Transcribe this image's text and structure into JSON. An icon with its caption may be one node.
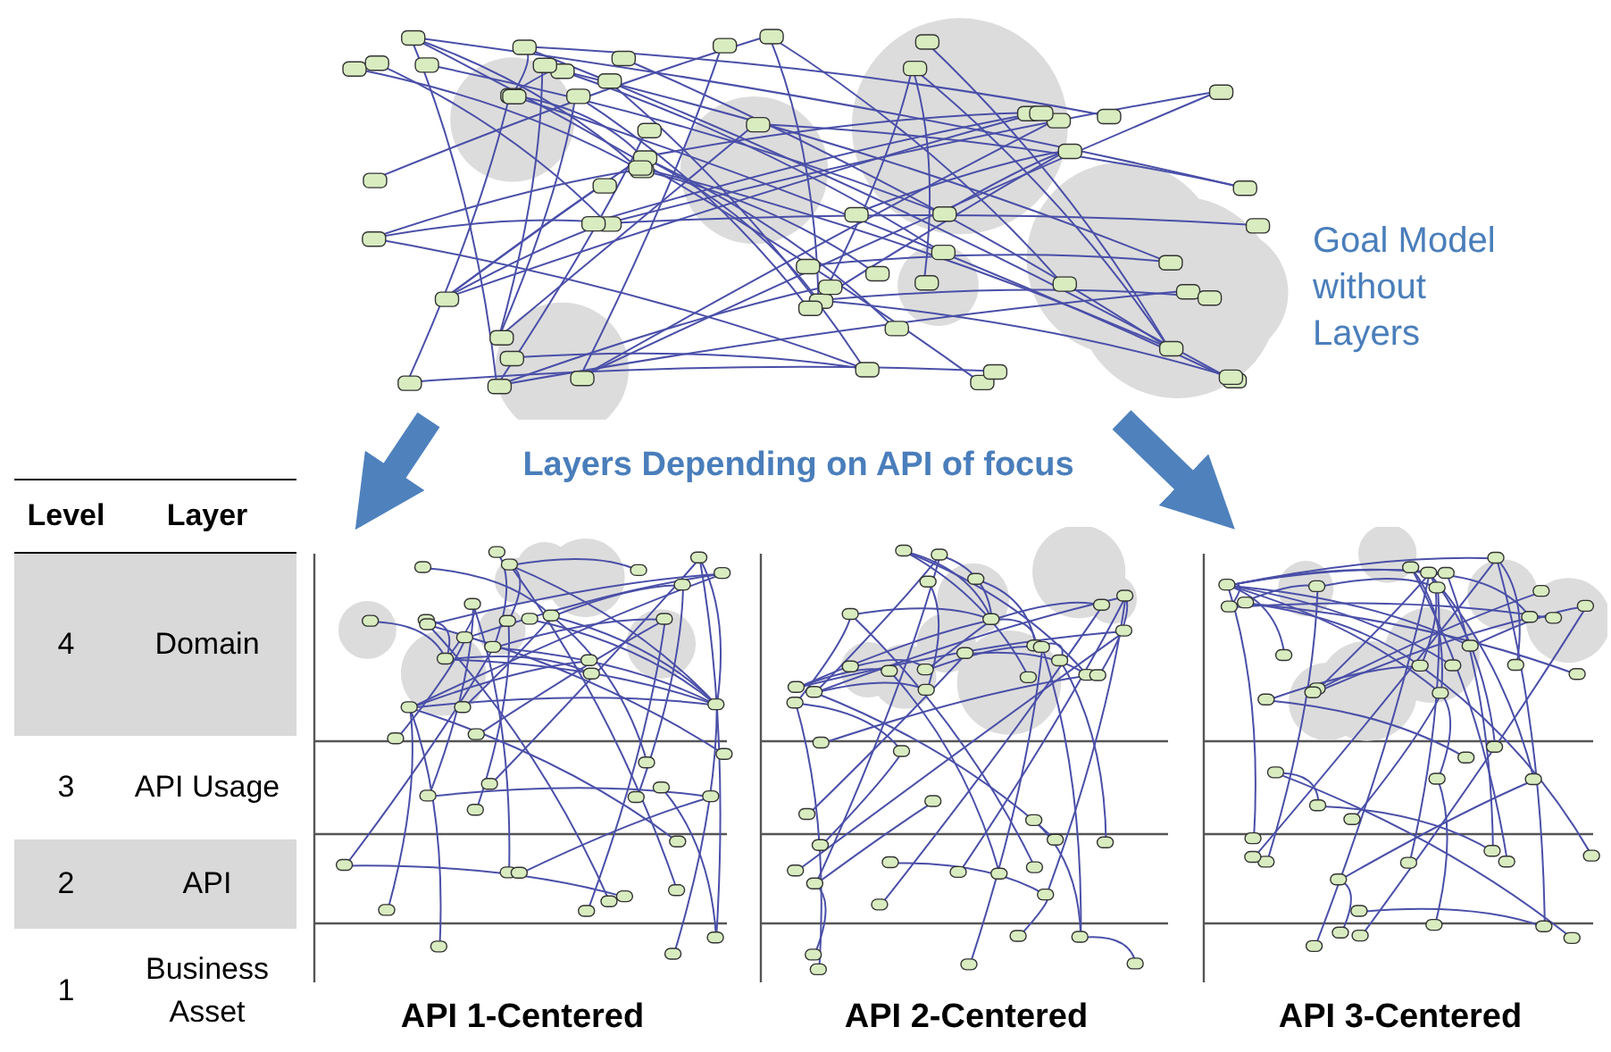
{
  "diagram": {
    "title": "Layers Depending on API of focus",
    "nodes": [
      {
        "text": [],
        "shape": "picture",
        "beside": [
          "Goal Model without Layers"
        ]
      },
      {
        "text": [],
        "shape": "picture",
        "beside": [
          "API 1-Centered"
        ]
      },
      {
        "text": [],
        "shape": "picture",
        "beside": [
          "API 2-Centered"
        ]
      },
      {
        "text": [],
        "shape": "picture",
        "beside": [
          "API 3-Centered"
        ]
      }
    ],
    "edges": [
      {
        "from": 0,
        "to": 1,
        "arrow": "to"
      },
      {
        "from": 0,
        "to": 3,
        "arrow": "to"
      }
    ],
    "labels": [
      "Level",
      "Layer",
      "4",
      "Domain",
      "3",
      "API Usage",
      "2",
      "API",
      "1",
      "Business Asset"
    ]
  }
}
